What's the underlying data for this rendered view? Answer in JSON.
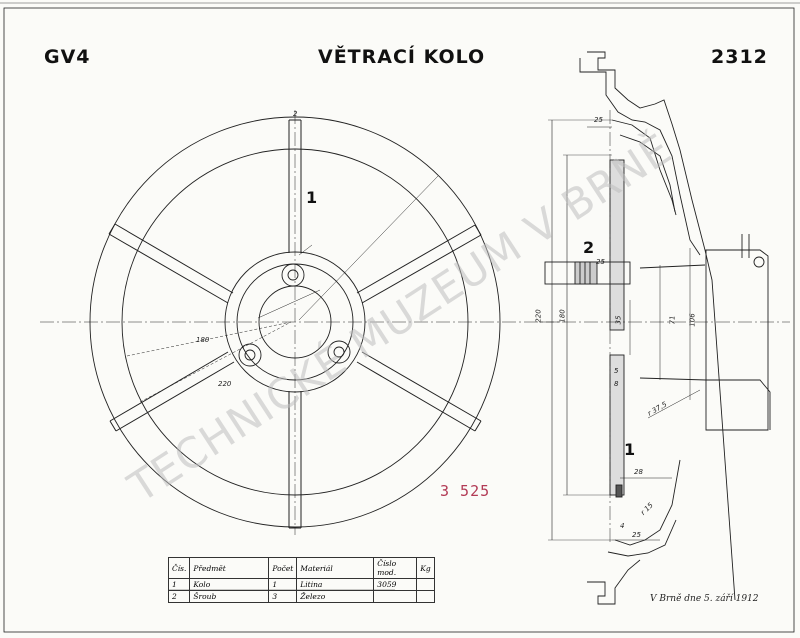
{
  "header": {
    "code": "GV4",
    "title": "VĚTRACÍ KOLO",
    "number": "2312"
  },
  "part_markers": {
    "kolo": "1",
    "kolo_section": "1",
    "sroub": "2"
  },
  "dimensions": {
    "d180": "180",
    "d220": "220",
    "v220": "220",
    "v180": "180",
    "v35": "35",
    "v71": "71",
    "v106": "106",
    "h25_top": "25",
    "h28": "28",
    "h25_bottom": "25",
    "r": "r 37,5",
    "r15": "r 15",
    "s4": "4",
    "s5": "5",
    "s8": "8",
    "s2": "2"
  },
  "stamp": "3 525",
  "signature": "V Brně dne 5. září 1912",
  "parts_table": {
    "headers": [
      "Čís.",
      "Předmět",
      "Počet",
      "Materiál",
      "Číslo mod.",
      "Kg"
    ],
    "rows": [
      [
        "1",
        "Kolo",
        "1",
        "Litina",
        "3059",
        ""
      ],
      [
        "2",
        "Šroub",
        "3",
        "Železo",
        "",
        ""
      ]
    ]
  },
  "watermark": "TECHNICKÉ MUZEUM V BRNĚ"
}
